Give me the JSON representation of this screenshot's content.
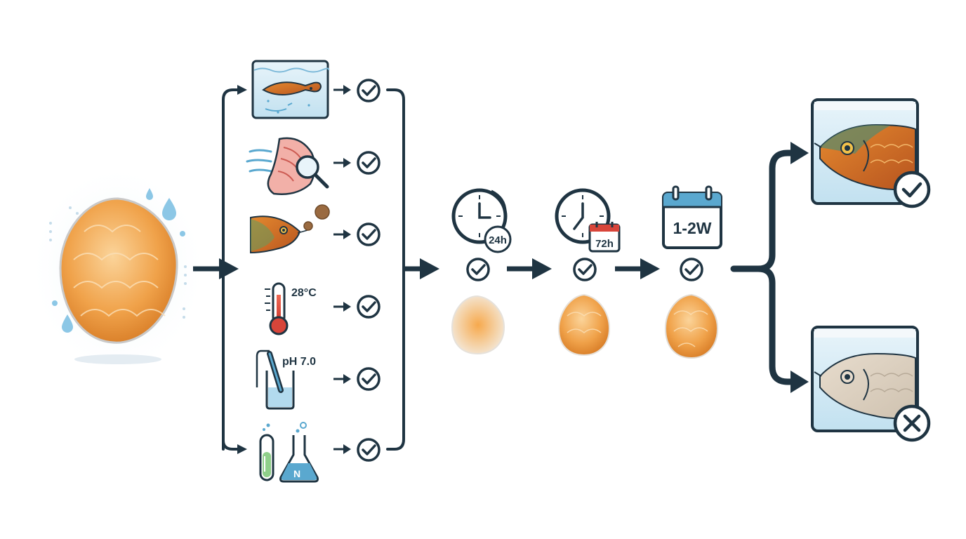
{
  "conditions": [
    {
      "id": "water-tank",
      "label": ""
    },
    {
      "id": "gill-inspection",
      "label": ""
    },
    {
      "id": "feeding",
      "label": ""
    },
    {
      "id": "temperature",
      "label": "28°C"
    },
    {
      "id": "ph-level",
      "label": "pH 7.0"
    },
    {
      "id": "chemical-test",
      "label": "N"
    }
  ],
  "timeline": [
    {
      "id": "stage-1",
      "label": "24h"
    },
    {
      "id": "stage-2",
      "label": "72h"
    },
    {
      "id": "stage-3",
      "label": "1-2W"
    }
  ],
  "outcomes": [
    {
      "id": "healthy",
      "status": "check"
    },
    {
      "id": "faded",
      "status": "cross"
    }
  ],
  "colors": {
    "ink": "#1f3442",
    "orange": "#f0a24a",
    "orange_dark": "#d67a24",
    "water": "#d4ebf5",
    "water_blue": "#5aa8cf",
    "red": "#d8453a",
    "green": "#7cc47a"
  },
  "icons": [
    "scale-icon",
    "fish-tank-icon",
    "gill-magnifier-icon",
    "fish-feeding-icon",
    "thermometer-icon",
    "ph-probe-icon",
    "test-tube-icon",
    "flask-icon",
    "clock-icon",
    "calendar-icon",
    "check-icon",
    "cross-icon",
    "arrow-icon"
  ]
}
